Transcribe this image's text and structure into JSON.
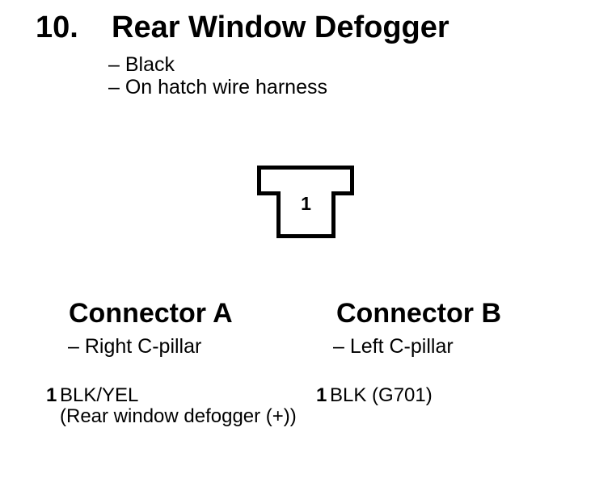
{
  "page": {
    "background": "#ffffff",
    "ink_color": "#000000"
  },
  "title": {
    "number": "10.",
    "text": "Rear Window Defogger"
  },
  "title_notes": {
    "line1": "– Black",
    "line2": "– On hatch wire harness"
  },
  "diagram": {
    "type": "1-cavity T-shaped connector outline",
    "cavity_number": "1"
  },
  "connectors": [
    {
      "heading": "Connector A",
      "location": "– Right C-pillar",
      "pins": [
        {
          "number": "1",
          "wire": "BLK/YEL",
          "function": "(Rear window defogger (+))"
        }
      ]
    },
    {
      "heading": "Connector B",
      "location": "– Left C-pillar",
      "pins": [
        {
          "number": "1",
          "wire": "BLK (G701)",
          "function": ""
        }
      ]
    }
  ]
}
